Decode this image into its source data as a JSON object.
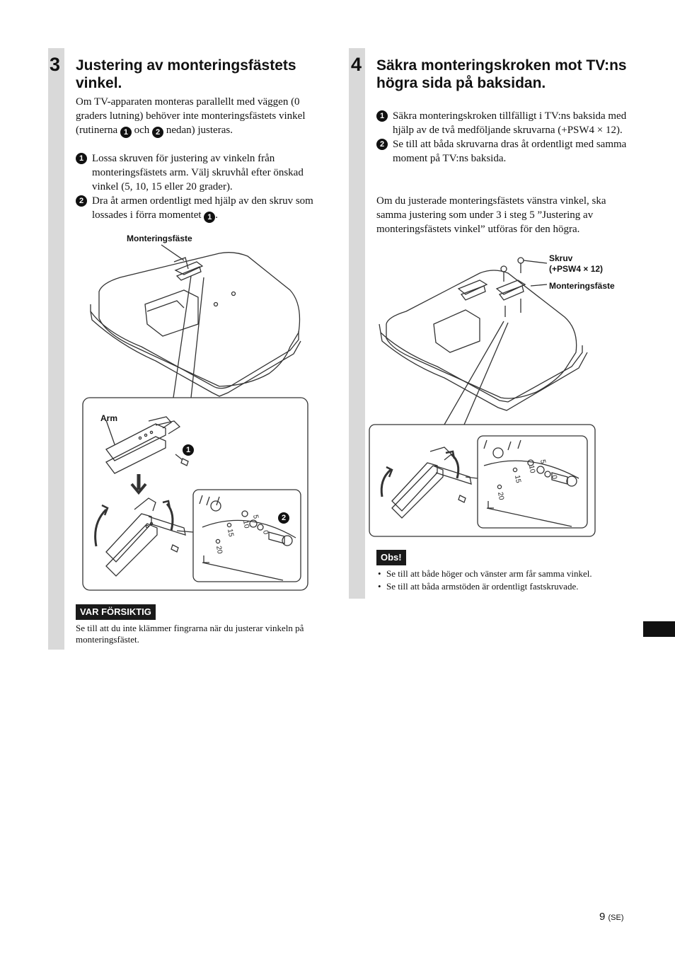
{
  "left": {
    "step_number": "3",
    "heading": "Justering av monteringsfästets vinkel.",
    "intro_before": "Om TV-apparaten monteras parallellt med väggen (0 graders lutning) behöver inte monteringsfästets vinkel (rutinerna ",
    "intro_mid": " och ",
    "intro_after": " nedan) justeras.",
    "steps": [
      {
        "marker": "1",
        "text": "Lossa skruven för justering av vinkeln från monteringsfästets arm. Välj skruvhål efter önskad vinkel (5, 10, 15 eller 20 grader)."
      },
      {
        "marker": "2",
        "text_before": "Dra åt armen ordentligt med hjälp av den skruv som lossades i förra momentet ",
        "text_after": "."
      }
    ],
    "figure_labels": {
      "bracket": "Monteringsfäste",
      "arm": "Arm",
      "callout_1": "1",
      "callout_2": "2",
      "angle_marks": [
        "0",
        "5",
        "10",
        "15",
        "20"
      ]
    },
    "caution_tag": "VAR FÖRSIKTIG",
    "caution_text": "Se till att du inte klämmer fingrarna när du justerar vinkeln på monteringsfästet."
  },
  "right": {
    "step_number": "4",
    "heading": "Säkra monteringskroken mot TV:ns högra sida på baksidan.",
    "steps": [
      {
        "marker": "1",
        "text": "Säkra monteringskroken tillfälligt i TV:ns baksida med hjälp av de två medföljande skruvarna (+PSW4 × 12)."
      },
      {
        "marker": "2",
        "text": "Se till att båda skruvarna dras åt ordentligt med samma moment på TV:ns baksida."
      }
    ],
    "note_paragraph": "Om du justerade monteringsfästets vänstra vinkel, ska samma justering som under 3 i steg 5 ”Justering av monteringsfästets vinkel” utföras för den högra.",
    "figure_labels": {
      "screw": "Skruv",
      "screw_spec": "(+PSW4 × 12)",
      "bracket": "Monteringsfäste",
      "angle_marks": [
        "0",
        "5",
        "10",
        "15",
        "20"
      ]
    },
    "obs_tag": "Obs!",
    "obs_items": [
      "Se till att både höger och vänster arm får samma vinkel.",
      "Se till att båda armstöden är ordentligt fastskruvade."
    ]
  },
  "footer": {
    "page_number": "9",
    "page_suffix": "(SE)"
  }
}
